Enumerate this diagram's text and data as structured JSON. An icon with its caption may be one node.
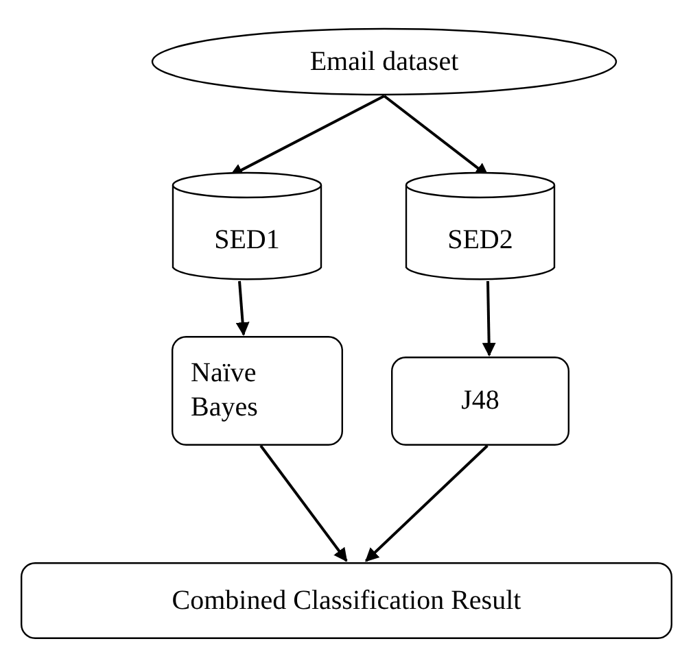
{
  "diagram": {
    "nodes": [
      {
        "text": [
          "Email dataset"
        ]
      },
      {
        "text": [
          "SED1"
        ]
      },
      {
        "text": [
          "SED2"
        ]
      },
      {
        "text": [
          "Naïve Bayes"
        ]
      },
      {
        "text": [
          "J48"
        ]
      },
      {
        "text": [
          "Combined Classification Result"
        ]
      }
    ],
    "edges": [
      {
        "from": 0,
        "to": 1,
        "arrow": "to"
      },
      {
        "from": 0,
        "to": 2,
        "arrow": "to"
      },
      {
        "from": 1,
        "to": 3,
        "arrow": "to"
      },
      {
        "from": 2,
        "to": 4,
        "arrow": "to"
      },
      {
        "from": 3,
        "to": 5,
        "arrow": "to"
      },
      {
        "from": 4,
        "to": 5,
        "arrow": "to"
      }
    ]
  }
}
